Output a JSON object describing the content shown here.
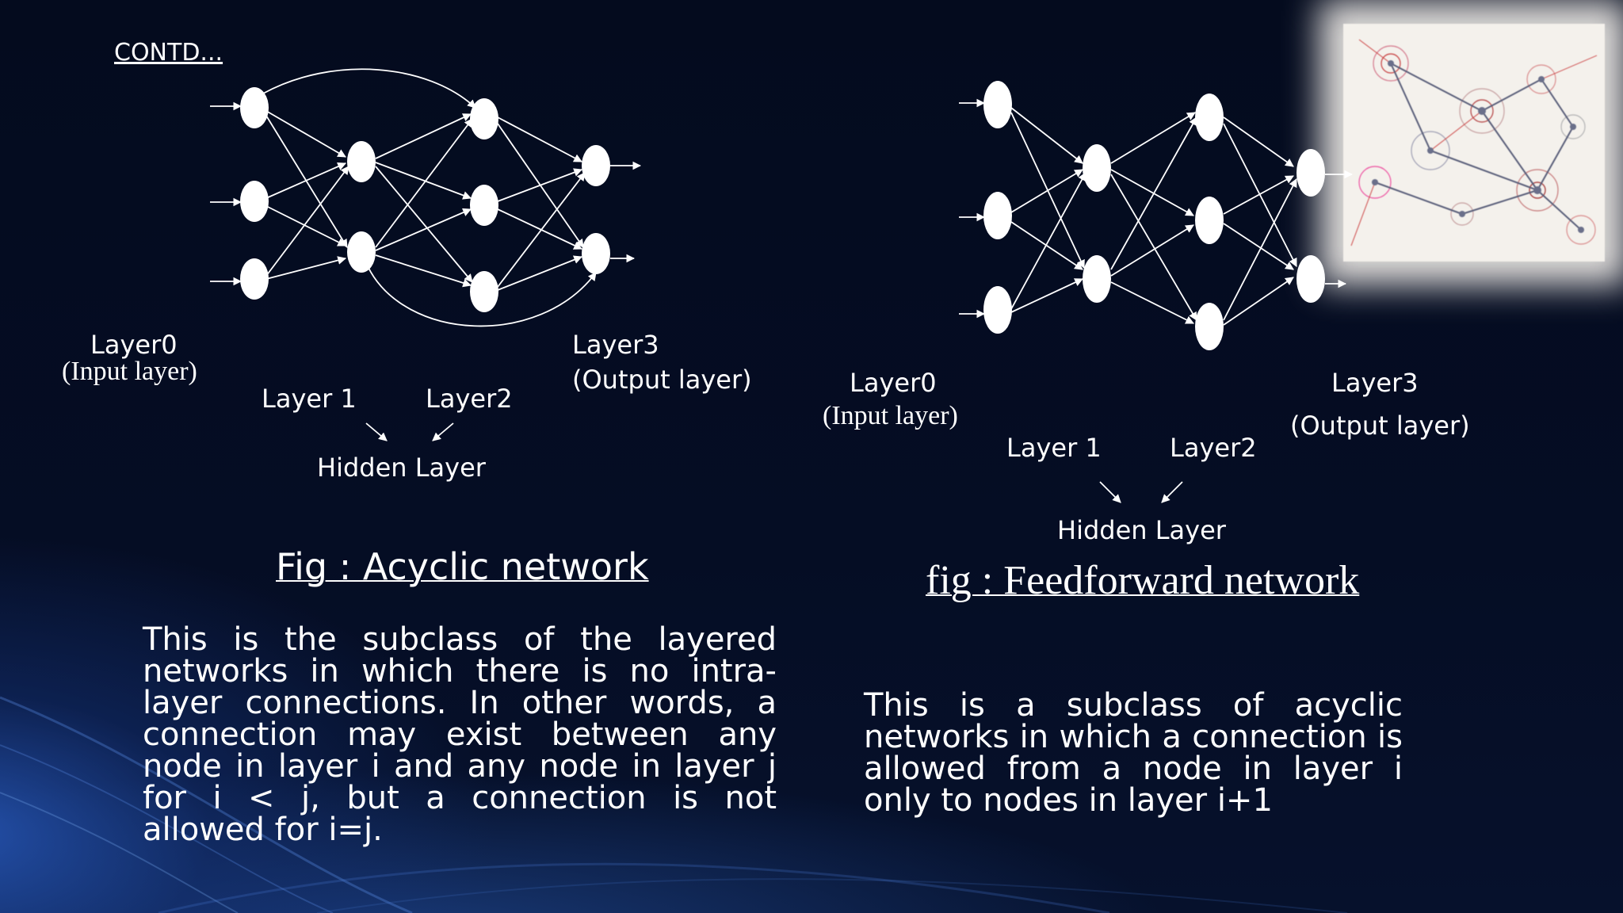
{
  "slide": {
    "heading": "CONTD..."
  },
  "left_figure": {
    "caption": "Fig : Acyclic network",
    "layer0": "Layer0",
    "layer0_sub": "(Input layer)",
    "layer1": "Layer 1",
    "layer2": "Layer2",
    "layer3": "Layer3",
    "layer3_sub": "(Output layer)",
    "hidden": "Hidden Layer",
    "description": "This is the subclass of the layered networks in which there is no intra-layer connections. In other words, a connection may exist between any node in layer i and any node in layer j for i < j, but a connection is not allowed for i=j."
  },
  "right_figure": {
    "caption": "fig : Feedforward network",
    "layer0": "Layer0",
    "layer0_sub": "(Input layer)",
    "layer1": "Layer 1",
    "layer2": "Layer2",
    "layer3": "Layer3",
    "layer3_sub": "(Output layer)",
    "hidden": "Hidden Layer",
    "description": "This is a subclass of acyclic networks in which a connection is allowed from a node in layer i only to nodes in layer i+1"
  },
  "colors": {
    "background": "#050d24",
    "accent_blue": "#2a5ab8",
    "foreground": "#ffffff"
  }
}
